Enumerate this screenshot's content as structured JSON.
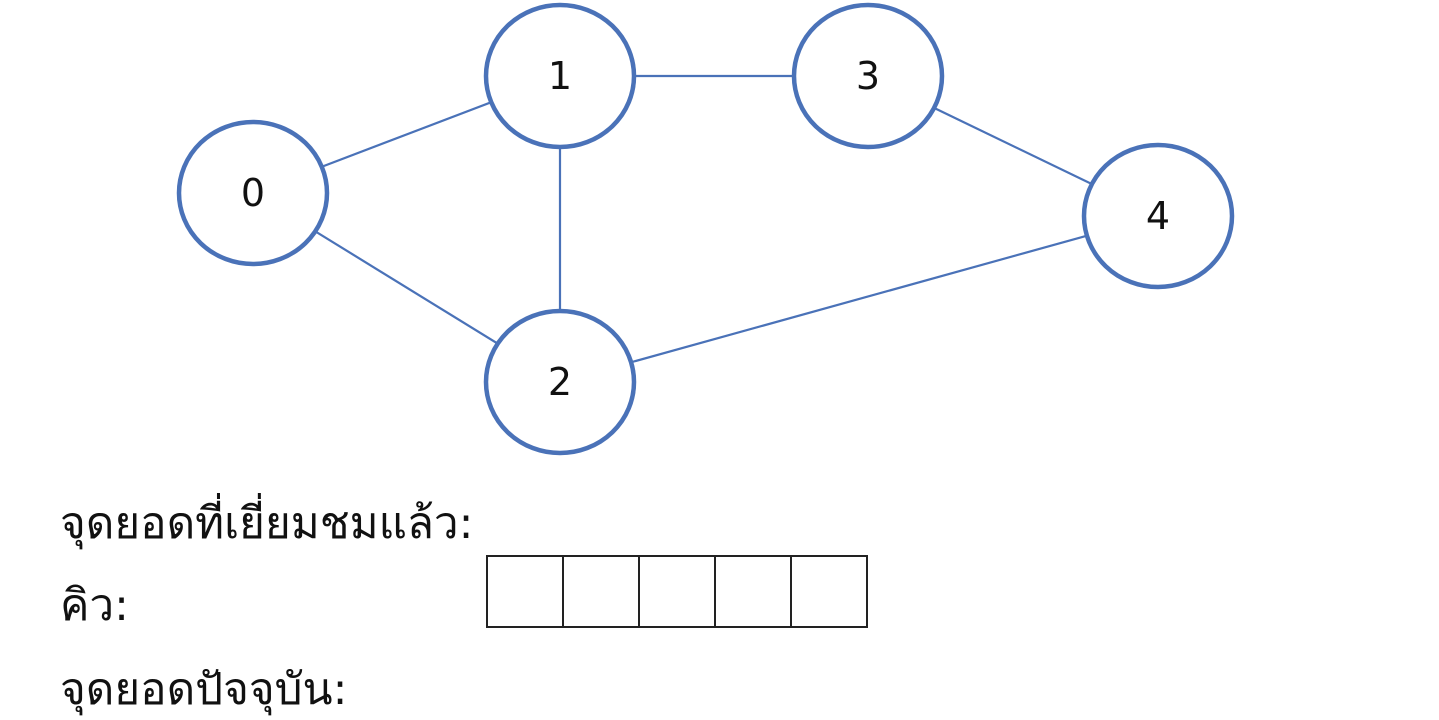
{
  "graph": {
    "colors": {
      "node_stroke": "#4a72b8",
      "edge_stroke": "#4a72b8",
      "text": "#111111"
    },
    "nodes": [
      {
        "id": "0",
        "label": "0"
      },
      {
        "id": "1",
        "label": "1"
      },
      {
        "id": "2",
        "label": "2"
      },
      {
        "id": "3",
        "label": "3"
      },
      {
        "id": "4",
        "label": "4"
      }
    ],
    "edges": [
      {
        "from": "0",
        "to": "1"
      },
      {
        "from": "0",
        "to": "2"
      },
      {
        "from": "1",
        "to": "2"
      },
      {
        "from": "1",
        "to": "3"
      },
      {
        "from": "3",
        "to": "4"
      },
      {
        "from": "2",
        "to": "4"
      }
    ]
  },
  "labels": {
    "visited": "จุดยอดที่เยี่ยมชมแล้ว:",
    "queue": "คิว:",
    "current": "จุดยอดปัจจุบัน:"
  },
  "queue": {
    "cells": [
      "",
      "",
      "",
      "",
      ""
    ]
  }
}
